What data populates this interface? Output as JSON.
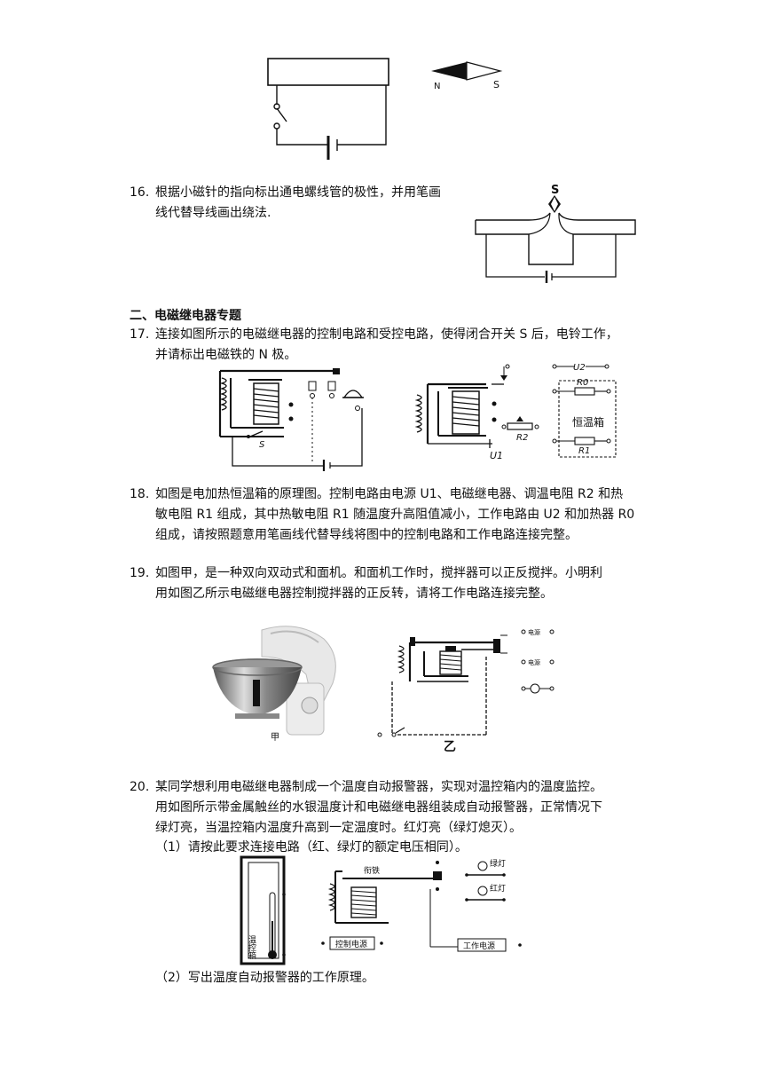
{
  "top_figure": {
    "compass_n": "N",
    "compass_s": "S"
  },
  "q16": {
    "number": "16.",
    "lines": [
      "根据小磁针的指向标出通电螺线管的极性，并用笔画",
      "线代替导线画出绕法."
    ],
    "needle_label": "S"
  },
  "section2": {
    "title": "二、电磁继电器专题"
  },
  "q17": {
    "number": "17.",
    "lines": [
      "连接如图所示的电磁继电器的控制电路和受控电路，使得闭合开关 S 后，电铃工作，",
      "并请标出电磁铁的 N 极。"
    ],
    "fig_left_switch": "S",
    "fig_right": {
      "u2": "U2",
      "r0": "R0",
      "box_label": "恒温箱",
      "r2": "R2",
      "r1": "R1",
      "u1": "U1"
    }
  },
  "q18": {
    "number": "18.",
    "lines": [
      "如图是电加热恒温箱的原理图。控制电路由电源 U1、电磁继电器、调温电阻 R2 和热",
      "敏电阻 R1 组成，其中热敏电阻 R1 随温度升高阻值减小，工作电路由 U2 和加热器 R0",
      "组成，请按照题意用笔画线代替导线将图中的控制电路和工作电路连接完整。"
    ]
  },
  "q19": {
    "number": "19.",
    "lines": [
      "如图甲，是一种双向双动式和面机。和面机工作时，搅拌器可以正反搅拌。小明利",
      "用如图乙所示电磁继电器控制搅拌器的正反转，请将工作电路连接完整。"
    ],
    "fig_jia": "甲",
    "fig_yi": "乙",
    "power_label": "电源"
  },
  "q20": {
    "number": "20.",
    "lines": [
      "某同学想利用电磁继电器制成一个温度自动报警器，实现对温控箱内的温度监控。",
      "用如图所示带金属触丝的水银温度计和电磁继电器组装成自动报警器，正常情况下",
      "绿灯亮，当温控箱内温度升高到一定温度时。红灯亮（绿灯熄灭）。"
    ],
    "sub1": "（1）请按此要求连接电路（红、绿灯的额定电压相同）。",
    "sub2": "（2）写出温度自动报警器的工作原理。",
    "fig": {
      "box_label": "温控箱",
      "armature": "衔铁",
      "green_lamp": "绿灯",
      "red_lamp": "红灯",
      "control_power": "控制电源",
      "work_power": "工作电源"
    }
  }
}
